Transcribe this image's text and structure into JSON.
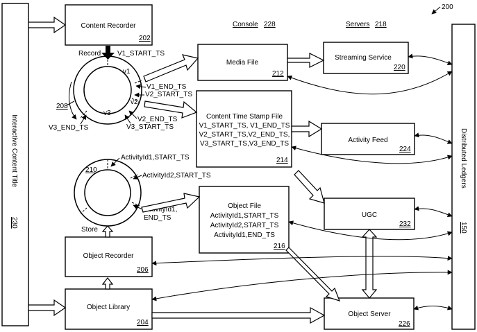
{
  "figure_number": "200",
  "headers": {
    "console": "Console",
    "console_ref": "228",
    "servers": "Servers",
    "servers_ref": "218"
  },
  "boxes": {
    "content_recorder": {
      "label": "Content Recorder",
      "ref": "202"
    },
    "media_file": {
      "label": "Media File",
      "ref": "212"
    },
    "streaming_service": {
      "label": "Streaming Service",
      "ref": "220"
    },
    "content_ts_file": {
      "label": "Content Time Stamp File",
      "lines": [
        "V1_START_TS, V1_END_TS",
        "V2_START_TS,V2_END_TS,",
        "V3_START_TS,V3_END_TS"
      ],
      "ref": "214"
    },
    "activity_feed": {
      "label": "Activity Feed",
      "ref": "224"
    },
    "object_file": {
      "label": "Object File",
      "lines": [
        "ActivityId1,START_TS",
        "ActivityId2,START_TS",
        "ActivityId1,END_TS"
      ],
      "ref": "216"
    },
    "ugc": {
      "label": "UGC",
      "ref": "232"
    },
    "object_recorder": {
      "label": "Object Recorder",
      "ref": "206"
    },
    "object_library": {
      "label": "Object Library",
      "ref": "204"
    },
    "object_server": {
      "label": "Object Server",
      "ref": "226"
    },
    "interactive_title": {
      "label": "Interactive Content Title",
      "ref": "230"
    },
    "distributed_ledgers": {
      "label": "Distributed Ledgers",
      "ref": "150"
    }
  },
  "ring_top": {
    "ref": "208",
    "record": "Record",
    "v1_start": "V1_START_TS",
    "v1": "v1",
    "v1_end": "V1_END_TS",
    "v2_start": "V2_START_TS",
    "v2": "v2",
    "v2_end": "V2_END_TS",
    "v3_start": "V3_START_TS",
    "v3": "v3",
    "v3_end": "V3_END_TS"
  },
  "ring_bottom": {
    "ref": "210",
    "a1_start": "ActivityId1,START_TS",
    "a2_start": "ActivityId2,START_TS",
    "a1_end_line1": "ActivityId1,",
    "a1_end_line2": "END_TS",
    "store": "Store"
  }
}
